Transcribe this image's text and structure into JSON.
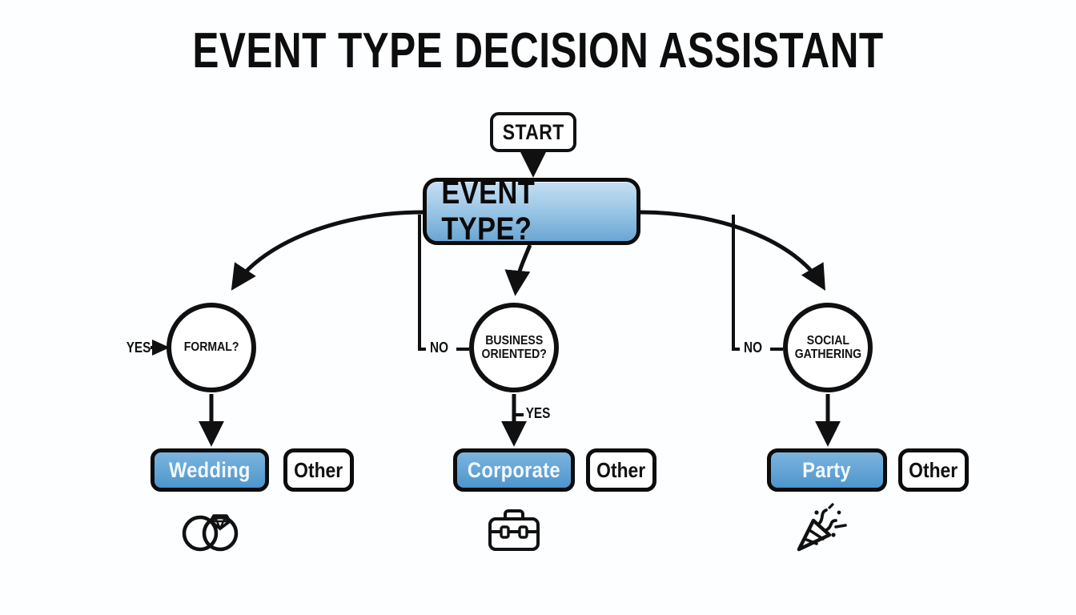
{
  "page": {
    "title": "EVENT TYPE DECISION ASSISTANT",
    "background_color": "#fdfeff",
    "accent_color": "#6aa8d7",
    "line_color": "#101010"
  },
  "nodes": {
    "start": {
      "label": "START",
      "shape": "rounded-rect",
      "fill": "#ffffff"
    },
    "event_type": {
      "label": "EVENT TYPE?",
      "shape": "rounded-rect",
      "fill": "#86b9de"
    },
    "formal": {
      "label": "FORMAL?",
      "shape": "circle",
      "fill": "#ffffff"
    },
    "business": {
      "label": "BUSINESS\nORIENTED?",
      "shape": "circle",
      "fill": "#ffffff"
    },
    "social": {
      "label": "SOCIAL\nGATHERING",
      "shape": "circle",
      "fill": "#ffffff"
    }
  },
  "edge_labels": {
    "yes_formal": "YES",
    "no_business": "NO",
    "no_social": "NO",
    "yes_corporate": "YES"
  },
  "results": [
    {
      "label": "Wedding",
      "alt_label": "Other",
      "icon": "wedding-rings-icon"
    },
    {
      "label": "Corporate",
      "alt_label": "Other",
      "icon": "briefcase-icon"
    },
    {
      "label": "Party",
      "alt_label": "Other",
      "icon": "party-popper-icon"
    }
  ],
  "chart_data": {
    "type": "diagram",
    "title": "EVENT TYPE DECISION ASSISTANT",
    "diagram_kind": "decision-tree",
    "nodes": [
      {
        "id": "start",
        "label": "START",
        "type": "terminator"
      },
      {
        "id": "event_type",
        "label": "EVENT TYPE?",
        "type": "decision-box"
      },
      {
        "id": "formal",
        "label": "FORMAL?",
        "type": "decision-circle"
      },
      {
        "id": "business",
        "label": "BUSINESS ORIENTED?",
        "type": "decision-circle"
      },
      {
        "id": "social",
        "label": "SOCIAL GATHERING",
        "type": "decision-circle"
      },
      {
        "id": "wedding",
        "label": "Wedding",
        "type": "result"
      },
      {
        "id": "corporate",
        "label": "Corporate",
        "type": "result"
      },
      {
        "id": "party",
        "label": "Party",
        "type": "result"
      },
      {
        "id": "other1",
        "label": "Other",
        "type": "alternative"
      },
      {
        "id": "other2",
        "label": "Other",
        "type": "alternative"
      },
      {
        "id": "other3",
        "label": "Other",
        "type": "alternative"
      }
    ],
    "edges": [
      {
        "from": "start",
        "to": "event_type",
        "label": ""
      },
      {
        "from": "event_type",
        "to": "formal",
        "label": ""
      },
      {
        "from": "event_type",
        "to": "business",
        "label": ""
      },
      {
        "from": "event_type",
        "to": "social",
        "label": ""
      },
      {
        "from": "event_type",
        "to": "business",
        "label": "NO"
      },
      {
        "from": "event_type",
        "to": "social",
        "label": "NO"
      },
      {
        "from": "formal",
        "to": "wedding",
        "label": "YES"
      },
      {
        "from": "business",
        "to": "corporate",
        "label": "YES"
      },
      {
        "from": "social",
        "to": "party",
        "label": ""
      }
    ]
  }
}
